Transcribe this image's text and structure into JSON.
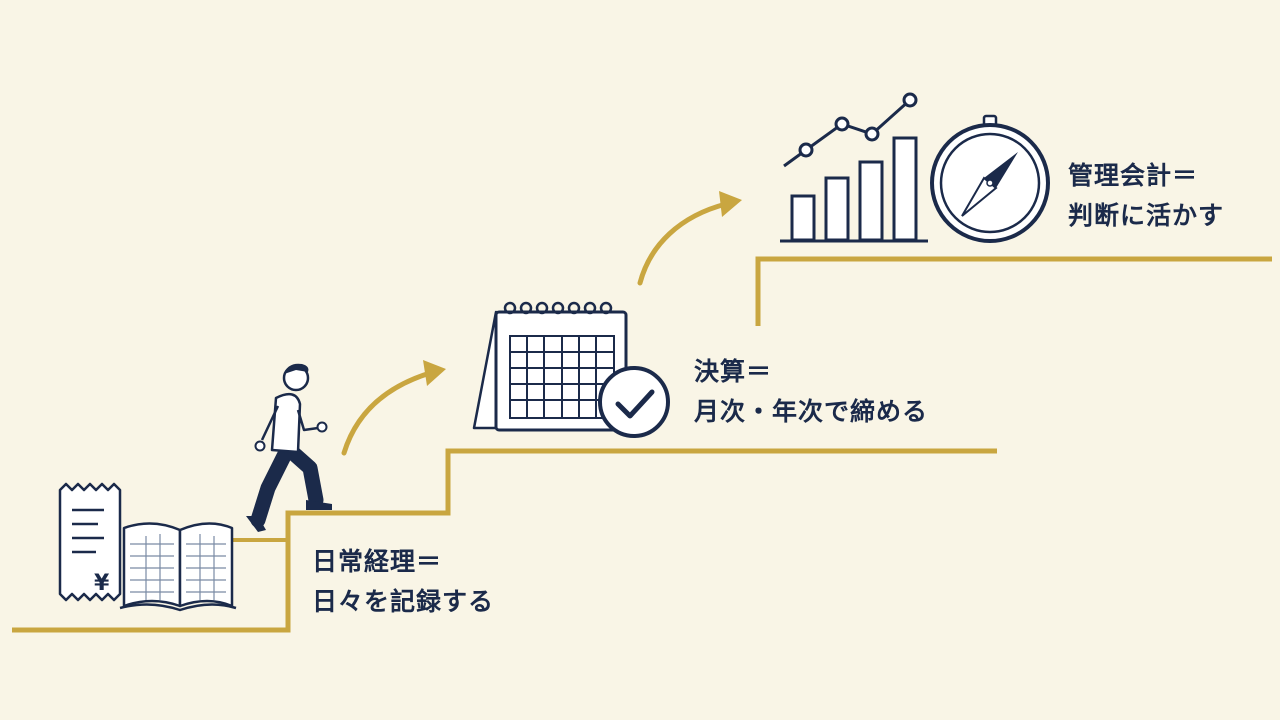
{
  "colors": {
    "background": "#f9f5e6",
    "stair_gold": "#c9a640",
    "ink_navy": "#1b2a4a",
    "paper": "#ffffff"
  },
  "steps": [
    {
      "title": "日常経理＝",
      "subtitle": "日々を記録する",
      "icons": [
        "receipt-icon",
        "ledger-book-icon"
      ]
    },
    {
      "title": "決算＝",
      "subtitle": "月次・年次で締める",
      "icons": [
        "calendar-icon",
        "checkmark-icon"
      ]
    },
    {
      "title": "管理会計＝",
      "subtitle": "判断に活かす",
      "icons": [
        "bar-chart-icon",
        "trend-line-icon",
        "compass-icon"
      ]
    }
  ],
  "receipt": {
    "currency_symbol": "¥"
  }
}
